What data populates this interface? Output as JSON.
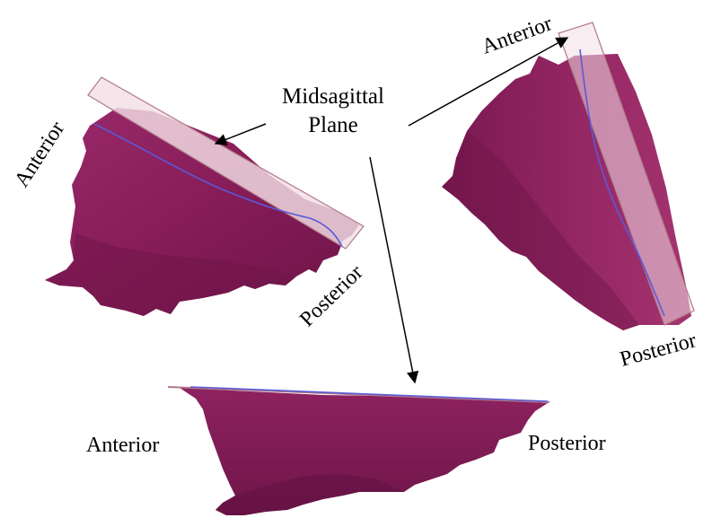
{
  "callout": {
    "line1": "Midsagittal",
    "line2": "Plane"
  },
  "views": {
    "left": {
      "anterior": "Anterior",
      "posterior": "Posterior"
    },
    "right": {
      "anterior": "Anterior",
      "posterior": "Posterior"
    },
    "bottom": {
      "anterior": "Anterior",
      "posterior": "Posterior"
    }
  },
  "colors": {
    "surface": "#8a1f5c",
    "surface_dark": "#6a1446",
    "surface_light": "#a0306f",
    "plane_fill": "#f3dfe5",
    "plane_stroke": "#b07a86",
    "curve": "#5a5ad8",
    "arrow": "#000000"
  }
}
